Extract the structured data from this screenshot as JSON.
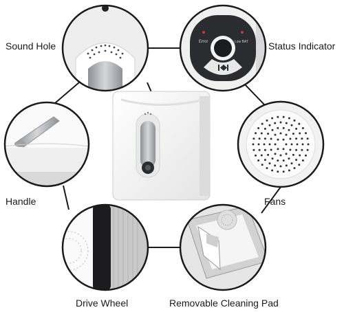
{
  "callouts": {
    "sound_hole": "Sound Hole",
    "status_indicator": "Status Indicator",
    "handle": "Handle",
    "fans": "Fans",
    "drive_wheel": "Drive Wheel",
    "removable_cleaning_pad": "Removable Cleaning Pad"
  },
  "status_panel": {
    "error_label": "Error",
    "low_battery_label": "Low BAT"
  },
  "colors": {
    "connector_line": "#1a1a1a",
    "robot_body": "#f4f4f4",
    "handle_silver": "#a9adb1",
    "dark_panel": "#2a2c30"
  }
}
